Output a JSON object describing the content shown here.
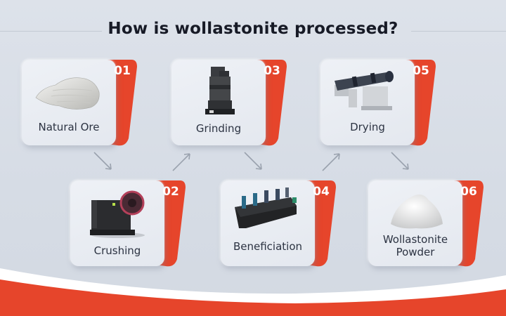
{
  "title": "How is wollastonite processed?",
  "colors": {
    "accent_red": "#e6452b",
    "background": "#d8dde6",
    "card": "#e8ebf1",
    "title_text": "#171a26",
    "label_text": "#2c3342"
  },
  "steps": [
    {
      "number": "01",
      "label": "Natural Ore",
      "icon": "ore-rock-icon"
    },
    {
      "number": "02",
      "label": "Crushing",
      "icon": "jaw-crusher-icon"
    },
    {
      "number": "03",
      "label": "Grinding",
      "icon": "grinding-mill-icon"
    },
    {
      "number": "04",
      "label": "Beneficiation",
      "icon": "flotation-machine-icon"
    },
    {
      "number": "05",
      "label": "Drying",
      "icon": "rotary-dryer-icon"
    },
    {
      "number": "06",
      "label_line1": "Wollastonite",
      "label_line2": "Powder",
      "icon": "powder-pile-icon"
    }
  ]
}
